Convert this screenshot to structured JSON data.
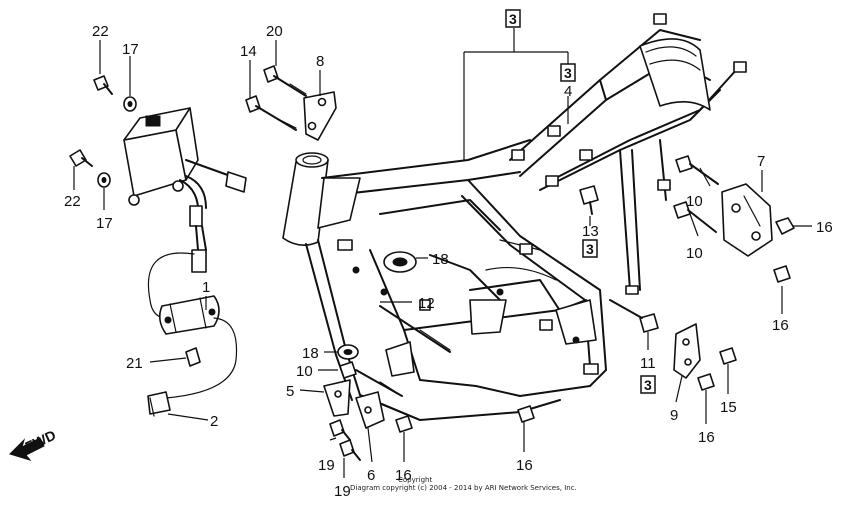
{
  "fwd_label": "FWD",
  "copyright_line1": "Copyright",
  "copyright_line2": "Diagram copyright (c) 2004 - 2014 by ARI Network Services, Inc.",
  "callouts": {
    "c22_top": "22",
    "c17_top": "17",
    "c22_mid": "22",
    "c17_mid": "17",
    "c20": "20",
    "c14": "14",
    "c8": "8",
    "c3_top": "3",
    "c3_sub": "3",
    "c4": "4",
    "c7": "7",
    "c10_upper": "10",
    "c10_lower": "10",
    "c16_right": "16",
    "c16_right_low": "16",
    "c13": "13",
    "c3_mid": "3",
    "c18_upper": "18",
    "c12": "12",
    "c1": "1",
    "c21": "21",
    "c2": "2",
    "c18_lower": "18",
    "c10_left": "10",
    "c5": "5",
    "c19_a": "19",
    "c19_b": "19",
    "c6": "6",
    "c16_bottom": "16",
    "c16_center": "16",
    "c11": "11",
    "c3_low": "3",
    "c9": "9",
    "c16_lower_right": "16",
    "c15": "15"
  }
}
